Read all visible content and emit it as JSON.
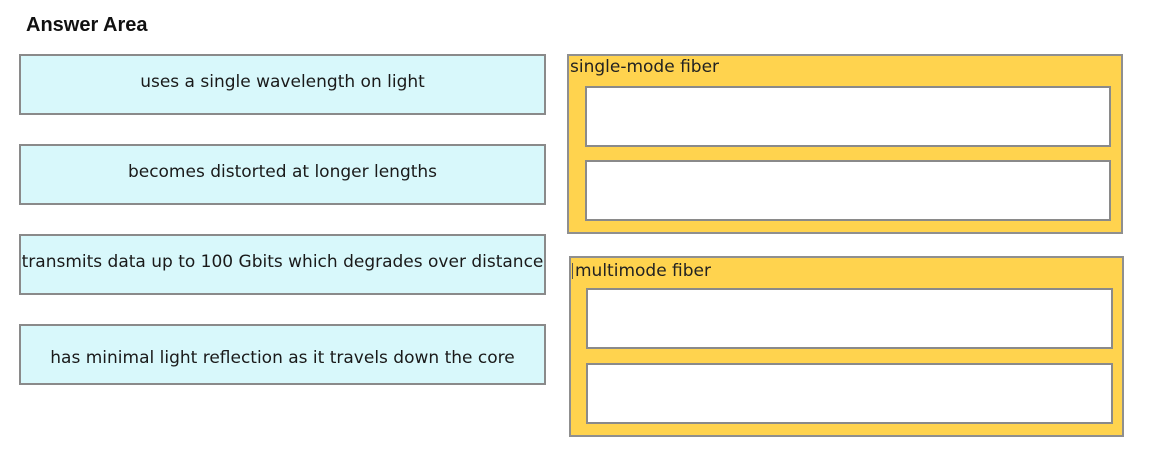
{
  "answer_area": {
    "title": "Answer Area"
  },
  "drag_items": [
    {
      "label": "uses a single wavelength on light"
    },
    {
      "label": "becomes distorted at longer lengths"
    },
    {
      "label": "transmits data up to 100 Gbits which degrades over distance"
    },
    {
      "label": "has minimal light reflection as it travels down the core"
    }
  ],
  "targets": [
    {
      "label": "single-mode fiber",
      "slots": [
        "",
        ""
      ]
    },
    {
      "label": "multimode fiber",
      "slots": [
        "",
        ""
      ]
    }
  ],
  "colors": {
    "item_background": "#d8f8fb",
    "target_background": "#ffd34e",
    "slot_background": "#ffffff",
    "border": "#8a8a8a"
  }
}
